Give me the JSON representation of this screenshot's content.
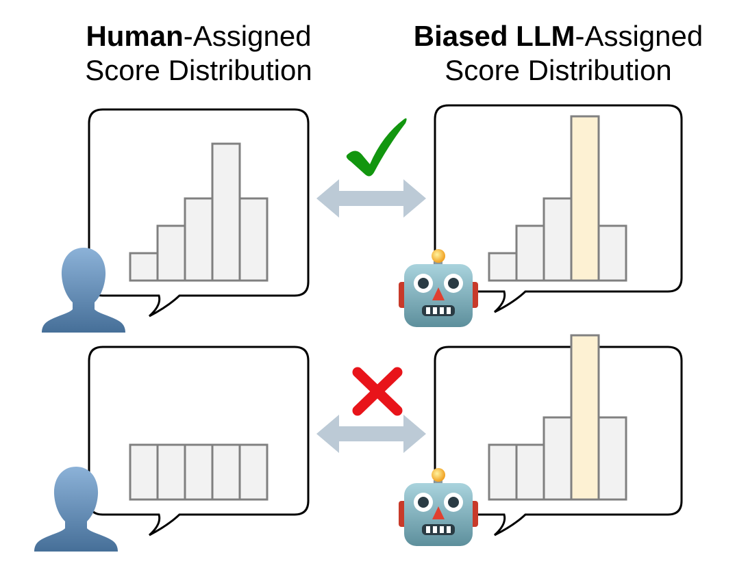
{
  "titles": {
    "left": {
      "bold": "Human",
      "rest": "-Assigned",
      "line2": "Score Distribution"
    },
    "right": {
      "bold": "Biased LLM",
      "rest": "-Assigned",
      "line2": "Score Distribution"
    }
  },
  "colors": {
    "bar_fill": "#f2f2f2",
    "bar_highlight": "#fdf1d3",
    "bar_stroke": "#808080",
    "arrow": "#bccad6",
    "check": "#12960f",
    "cross": "#e8141a",
    "human": "#6f98c2"
  },
  "icons": {
    "match": "check-icon",
    "mismatch": "cross-icon",
    "human": "human-silhouette-icon",
    "llm": "robot-icon"
  },
  "rows": [
    {
      "relation": "match",
      "human_distribution": [
        1,
        2,
        3,
        5,
        3
      ],
      "llm_distribution": [
        1,
        2,
        3,
        6,
        2
      ],
      "llm_highlight_index": 3
    },
    {
      "relation": "mismatch",
      "human_distribution": [
        2,
        2,
        2,
        2,
        2
      ],
      "llm_distribution": [
        2,
        2,
        3,
        6,
        3
      ],
      "llm_highlight_index": 3
    }
  ]
}
